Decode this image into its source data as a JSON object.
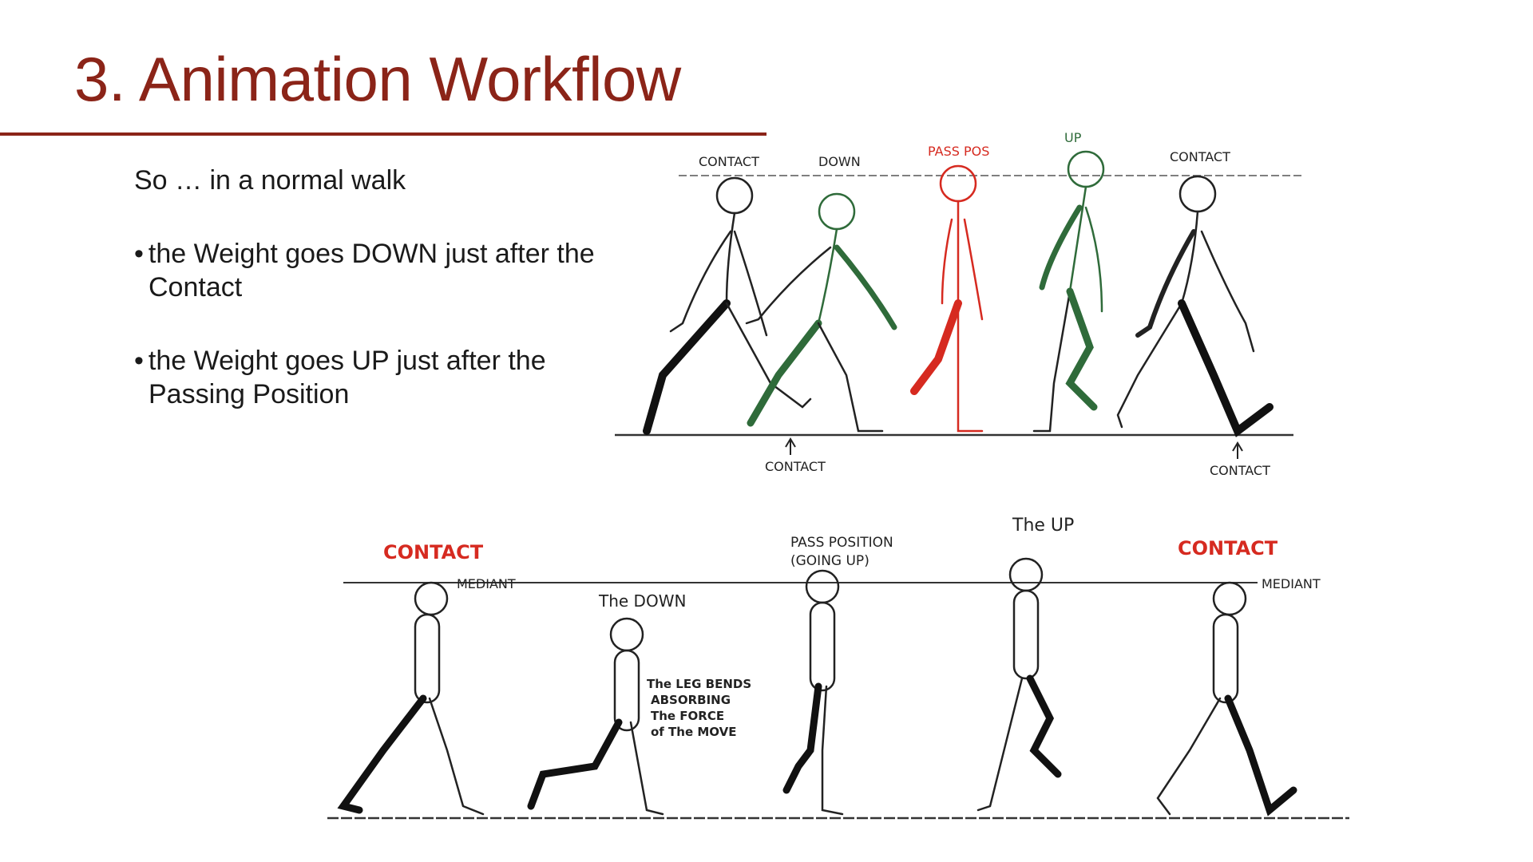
{
  "slide": {
    "title": "3. Animation Workflow",
    "intro": "So … in a normal walk",
    "bullets": [
      "the Weight goes DOWN just after the Contact",
      "the Weight goes UP just after the Passing Position"
    ]
  },
  "figure_top": {
    "labels": [
      "CONTACT",
      "DOWN",
      "PASS POS",
      "UP",
      "CONTACT"
    ],
    "ground_labels": [
      "CONTACT",
      "CONTACT"
    ]
  },
  "figure_bottom": {
    "labels": [
      "CONTACT",
      "The DOWN",
      "PASS POSITION",
      "(GOING UP)",
      "The UP",
      "CONTACT"
    ],
    "median_labels": [
      "MEDIANT",
      "MEDIANT"
    ],
    "note_lines": [
      "The LEG BENDS",
      "ABSORBING",
      "The FORCE",
      "of The MOVE"
    ]
  },
  "colors": {
    "title": "#8b2418",
    "pass_pos": "#d62a20",
    "down_up_green": "#2f6b3a",
    "ink": "#1a1a1a"
  }
}
